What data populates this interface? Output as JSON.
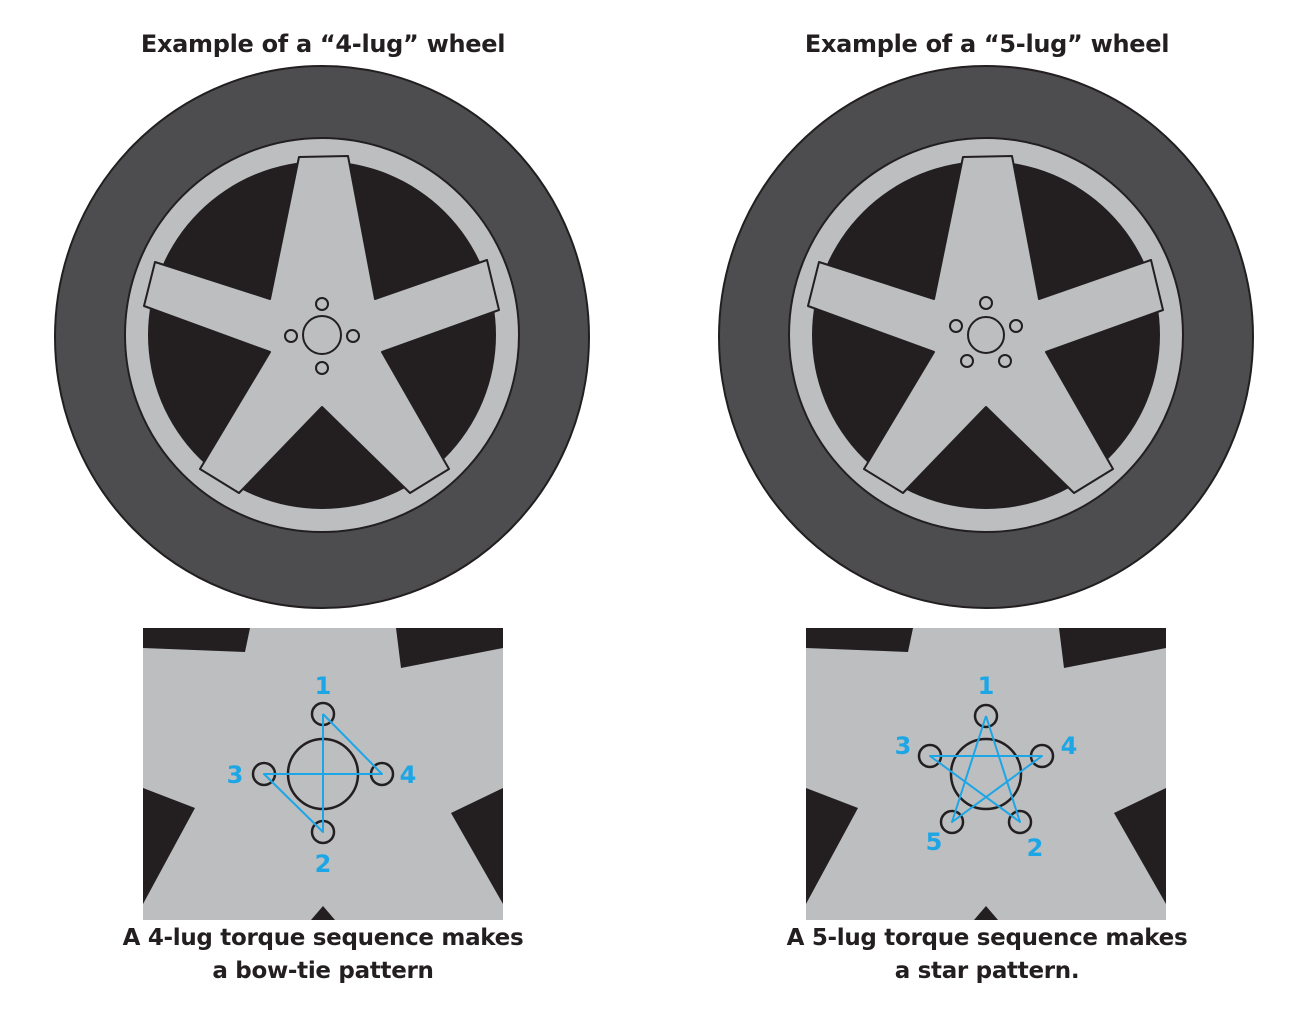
{
  "left": {
    "title": "Example of a “4-lug” wheel",
    "caption_line1": "A 4-lug torque sequence makes",
    "caption_line2": "a bow-tie pattern",
    "labels": {
      "l1": "1",
      "l2": "2",
      "l3": "3",
      "l4": "4"
    }
  },
  "right": {
    "title": "Example of a “5-lug” wheel",
    "caption_line1": "A 5-lug torque sequence makes",
    "caption_line2": "a star pattern.",
    "labels": {
      "l1": "1",
      "l2": "2",
      "l3": "3",
      "l4": "4",
      "l5": "5"
    }
  },
  "colors": {
    "tire": "#4d4d4f",
    "rim": "#bcbec0",
    "dark": "#231f20",
    "sequence": "#1ca6e6"
  }
}
